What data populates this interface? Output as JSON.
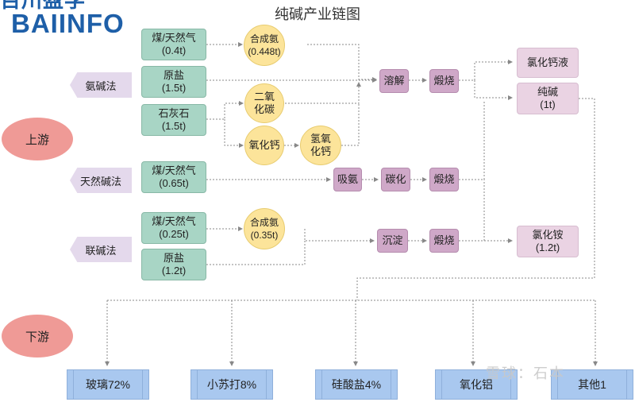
{
  "logo": {
    "top": "百川盈孚",
    "name": "BAIINFO"
  },
  "title": "纯碱产业链图",
  "stages": {
    "upstream": "上游",
    "downstream": "下游"
  },
  "methods": {
    "ammonia": "氨碱法",
    "natural": "天然碱法",
    "joint": "联碱法"
  },
  "nodes": {
    "coal1": [
      "煤/天然气",
      "(0.4t)"
    ],
    "salt1": [
      "原盐",
      "(1.5t)"
    ],
    "limestone": [
      "石灰石",
      "(1.5t)"
    ],
    "coal2": [
      "煤/天然气",
      "(0.65t)"
    ],
    "coal3": [
      "煤/天然气",
      "(0.25t)"
    ],
    "salt2": [
      "原盐",
      "(1.2t)"
    ],
    "nh3a": [
      "合成氨",
      "(0.448t)"
    ],
    "co2": [
      "二氧",
      "化碳"
    ],
    "cao": [
      "氧化钙"
    ],
    "caoh": [
      "氢氧",
      "化钙"
    ],
    "nh3b": [
      "合成氨",
      "(0.35t)"
    ],
    "dissolve": "溶解",
    "calcine1": "煅烧",
    "absorb": "吸氨",
    "carbonize": "碳化",
    "calcine2": "煅烧",
    "precip": "沉淀",
    "calcine3": "煅烧",
    "cacl2": [
      "氯化钙液"
    ],
    "soda": [
      "纯碱",
      "(1t)"
    ],
    "nh4cl": [
      "氯化铵",
      "(1.2t)"
    ]
  },
  "downstream": [
    "玻璃72%",
    "小苏打8%",
    "硅酸盐4%",
    "氧化铝",
    "其他1"
  ],
  "watermark": "雪球：石本"
}
